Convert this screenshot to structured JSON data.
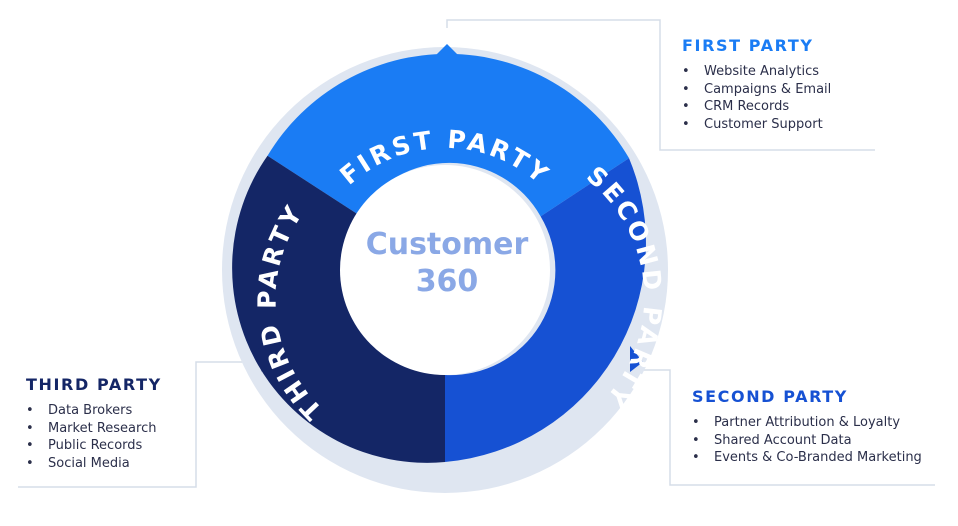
{
  "center": {
    "line1": "Customer",
    "line2": "360"
  },
  "segments": {
    "first": {
      "label": "FIRST PARTY",
      "color": "#1a7cf4"
    },
    "second": {
      "label": "SECOND PARTY",
      "color": "#1651d3"
    },
    "third": {
      "label": "THIRD PARTY",
      "color": "#142666"
    }
  },
  "colors": {
    "ring": "#dfe6f1",
    "connector": "#d6dde8",
    "center_text": "#8aa8e6"
  },
  "panels": {
    "first": {
      "title": "FIRST PARTY",
      "items": [
        "Website Analytics",
        "Campaigns & Email",
        "CRM Records",
        "Customer Support"
      ]
    },
    "second": {
      "title": "SECOND PARTY",
      "items": [
        "Partner Attribution & Loyalty",
        "Shared Account Data",
        "Events & Co-Branded Marketing"
      ]
    },
    "third": {
      "title": "THIRD PARTY",
      "items": [
        "Data Brokers",
        "Market Research",
        "Public Records",
        "Social Media"
      ]
    }
  },
  "bullet": "•"
}
